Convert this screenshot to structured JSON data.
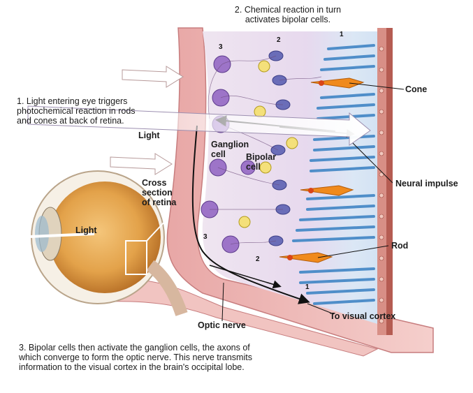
{
  "labels": {
    "step2": "2. Chemical reaction in turn\nactivates bipolar cells.",
    "step1": "1. Light entering eye triggers\nphotochemical reaction in rods\nand cones at back of retina.",
    "light_upper": "Light",
    "ganglion": "Ganglion\ncell",
    "bipolar": "Bipolar\ncell",
    "cross_section": "Cross\nsection\nof retina",
    "light_eye": "Light",
    "cone": "Cone",
    "neural_impulse": "Neural impulse",
    "rod": "Rod",
    "to_visual_cortex": "To visual cortex",
    "optic_nerve": "Optic nerve",
    "step3": "3. Bipolar cells then activate the ganglion cells, the axons of\nwhich converge to form the optic nerve. This nerve transmits\ninformation to the visual cortex in the brain's occipital lobe."
  },
  "numbers": {
    "top_3": "3",
    "top_2": "2",
    "top_1": "1",
    "bottom_3": "3",
    "bottom_2": "2",
    "bottom_1": "1"
  },
  "colors": {
    "rod": "#4f8ec9",
    "cone": "#f08a1c",
    "ganglion": "#9d74c8",
    "bipolar": "#6a6db8",
    "tissue": "#e8a7a6"
  }
}
